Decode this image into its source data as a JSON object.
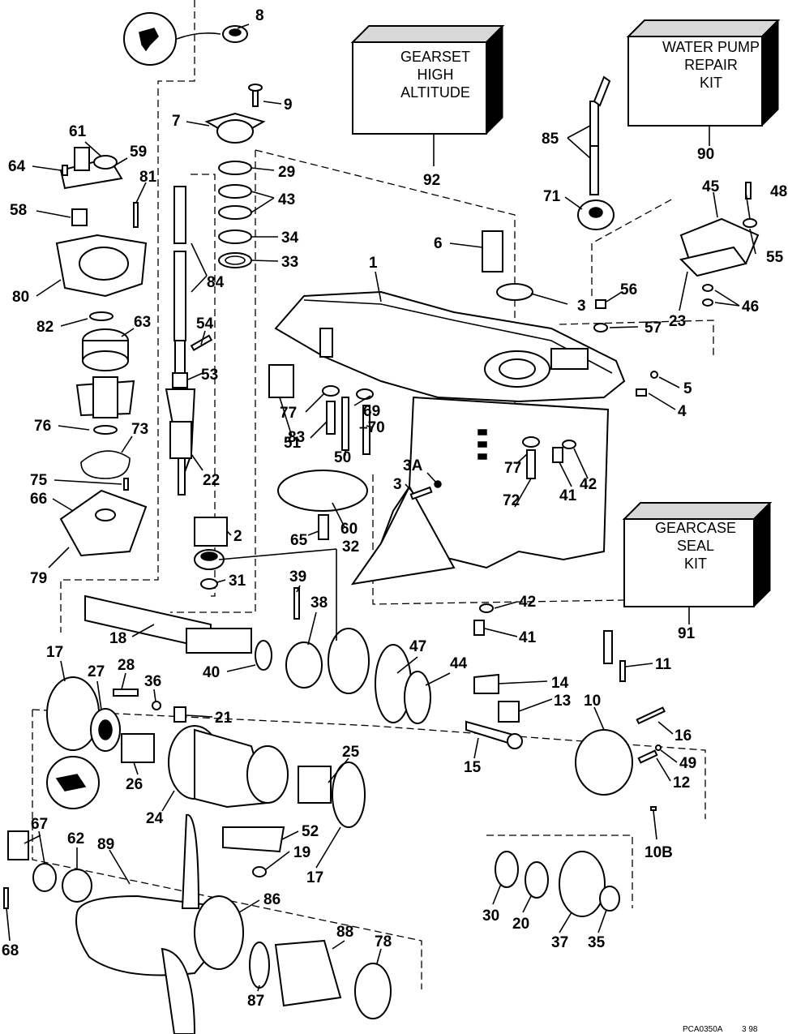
{
  "kit_boxes": {
    "gearset": [
      "GEARSET",
      "HIGH",
      "ALTITUDE"
    ],
    "water_pump": [
      "WATER PUMP",
      "REPAIR",
      "KIT"
    ],
    "gearcase_seal": [
      "GEARCASE",
      "SEAL",
      "KIT"
    ]
  },
  "callouts": {
    "c1": "1",
    "c2": "2",
    "c3": "3",
    "c3b": "3",
    "c3a": "3A",
    "c4": "4",
    "c5": "5",
    "c6": "6",
    "c7": "7",
    "c8": "8",
    "c9": "9",
    "c10": "10",
    "c10b": "10B",
    "c11": "11",
    "c12": "12",
    "c13": "13",
    "c14": "14",
    "c15": "15",
    "c16": "16",
    "c17a": "17",
    "c17b": "17",
    "c18": "18",
    "c19": "19",
    "c20": "20",
    "c21": "21",
    "c22": "22",
    "c23": "23",
    "c24": "24",
    "c25": "25",
    "c26": "26",
    "c27": "27",
    "c28": "28",
    "c29": "29",
    "c30": "30",
    "c31": "31",
    "c32": "32",
    "c33": "33",
    "c34": "34",
    "c35": "35",
    "c36": "36",
    "c37": "37",
    "c38": "38",
    "c39": "39",
    "c40": "40",
    "c41a": "41",
    "c41b": "41",
    "c42a": "42",
    "c42b": "42",
    "c43": "43",
    "c44": "44",
    "c45": "45",
    "c46": "46",
    "c47": "47",
    "c48": "48",
    "c49": "49",
    "c50": "50",
    "c51": "51",
    "c52": "52",
    "c53": "53",
    "c54": "54",
    "c55": "55",
    "c56": "56",
    "c57": "57",
    "c58": "58",
    "c59": "59",
    "c60": "60",
    "c61": "61",
    "c62": "62",
    "c63": "63",
    "c64": "64",
    "c65": "65",
    "c66": "66",
    "c67": "67",
    "c68": "68",
    "c69": "69",
    "c70": "–70",
    "c71": "71",
    "c72": "72",
    "c73": "73",
    "c75": "75",
    "c76": "76",
    "c77a": "77",
    "c77b": "77",
    "c78": "78",
    "c79": "79",
    "c80": "80",
    "c81": "81",
    "c82": "82",
    "c83": "83",
    "c84": "84",
    "c85": "85",
    "c86": "86",
    "c87": "87",
    "c88": "88",
    "c89": "89",
    "c90": "90",
    "c91": "91",
    "c92": "92"
  },
  "footer_code": "PCA0350A",
  "footer_date": "3 98"
}
